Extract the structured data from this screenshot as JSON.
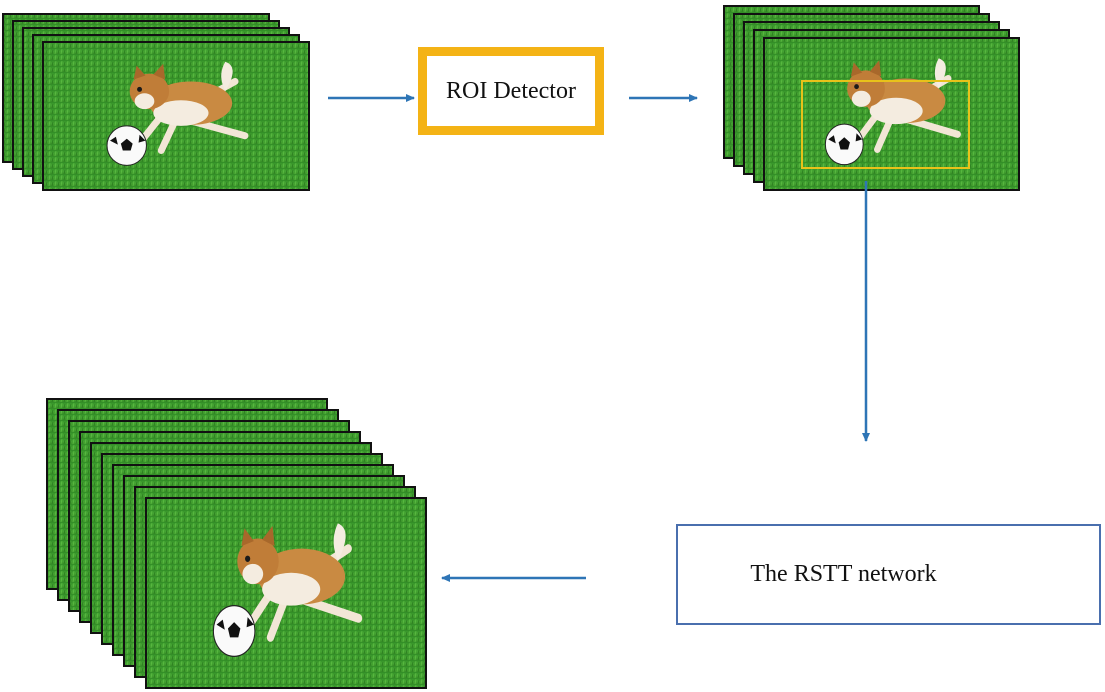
{
  "nodes": {
    "roi_detector": {
      "label": "ROI Detector"
    },
    "rstt_network": {
      "label": "The RSTT network"
    }
  },
  "stacks": {
    "input_frames": {
      "count": 5
    },
    "roi_frames": {
      "count": 5
    },
    "output_frames": {
      "count": 10
    }
  },
  "colors": {
    "arrow": "#2e75b6",
    "roi_border": "#f4b315",
    "roi_bbox": "#e8c21a",
    "rstt_border": "#4a6fae",
    "grass": "#3f9a2c"
  },
  "arrows": [
    {
      "from": "input_frames",
      "to": "roi_detector"
    },
    {
      "from": "roi_detector",
      "to": "roi_frames"
    },
    {
      "from": "roi_frames",
      "to": "rstt_network"
    },
    {
      "from": "rstt_network",
      "to": "output_frames"
    }
  ]
}
